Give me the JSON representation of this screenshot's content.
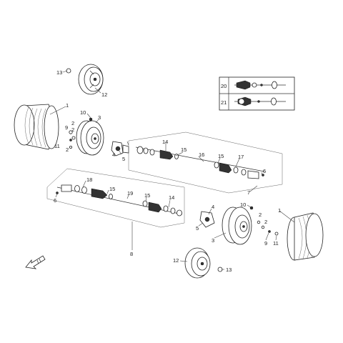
{
  "callouts": [
    {
      "id": "c13a",
      "text": "13"
    },
    {
      "id": "c12a",
      "text": "12"
    },
    {
      "id": "c1a",
      "text": "1"
    },
    {
      "id": "c10a",
      "text": "10"
    },
    {
      "id": "c3a",
      "text": "3"
    },
    {
      "id": "c9a",
      "text": "9"
    },
    {
      "id": "c2a",
      "text": "2"
    },
    {
      "id": "c2b",
      "text": "2"
    },
    {
      "id": "c11a",
      "text": "11"
    },
    {
      "id": "c2c",
      "text": "2"
    },
    {
      "id": "c4a",
      "text": "4"
    },
    {
      "id": "c5a",
      "text": "5"
    },
    {
      "id": "c14a",
      "text": "14"
    },
    {
      "id": "c15a",
      "text": "15"
    },
    {
      "id": "c16a",
      "text": "16"
    },
    {
      "id": "c15b",
      "text": "15"
    },
    {
      "id": "c17a",
      "text": "17"
    },
    {
      "id": "c6a",
      "text": "6"
    },
    {
      "id": "c7a",
      "text": "7"
    },
    {
      "id": "c18a",
      "text": "18"
    },
    {
      "id": "c15c",
      "text": "15"
    },
    {
      "id": "c6b",
      "text": "6"
    },
    {
      "id": "c19a",
      "text": "19"
    },
    {
      "id": "c15d",
      "text": "15"
    },
    {
      "id": "c14b",
      "text": "14"
    },
    {
      "id": "c8a",
      "text": "8"
    },
    {
      "id": "c4b",
      "text": "4"
    },
    {
      "id": "c5b",
      "text": "5"
    },
    {
      "id": "c10b",
      "text": "10"
    },
    {
      "id": "c2d",
      "text": "2"
    },
    {
      "id": "c2e",
      "text": "2"
    },
    {
      "id": "c3b",
      "text": "3"
    },
    {
      "id": "c9b",
      "text": "9"
    },
    {
      "id": "c11b",
      "text": "11"
    },
    {
      "id": "c1b",
      "text": "1"
    },
    {
      "id": "c12b",
      "text": "12"
    },
    {
      "id": "c13b",
      "text": "13"
    }
  ],
  "legend": {
    "rows": [
      {
        "label": "20"
      },
      {
        "label": "21"
      }
    ]
  }
}
